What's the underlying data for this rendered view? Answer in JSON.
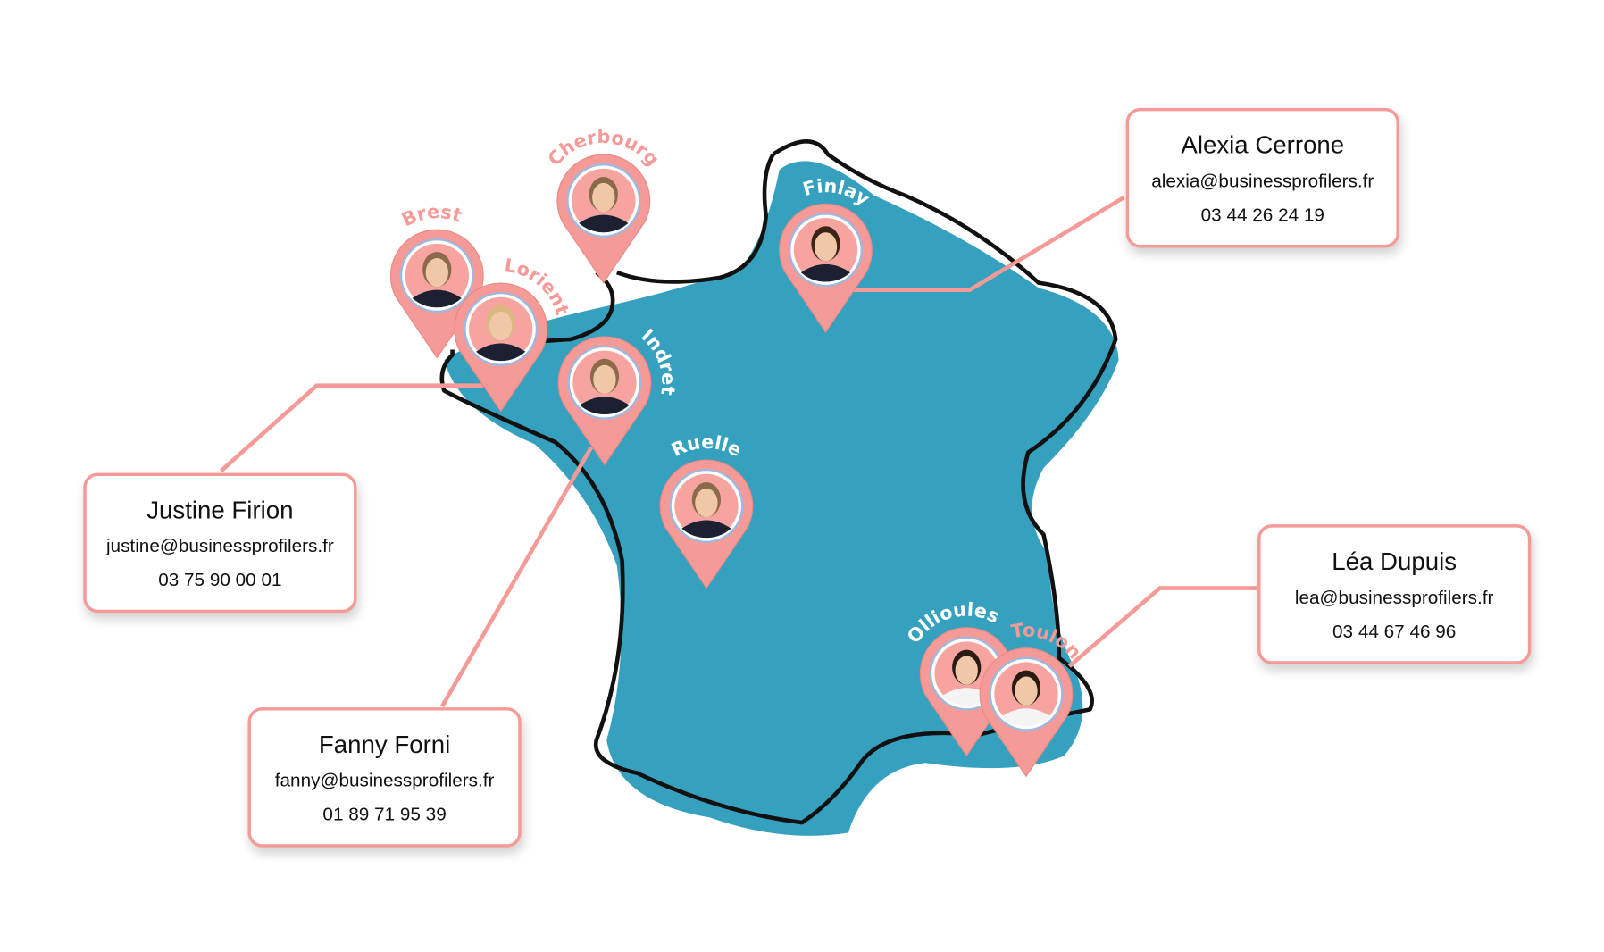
{
  "colors": {
    "map": "#35a1bf",
    "accent": "#f59a96",
    "outline": "#111111"
  },
  "pins": [
    {
      "label": "Brest",
      "label_color": "#f59a96"
    },
    {
      "label": "Cherbourg",
      "label_color": "#f59a96"
    },
    {
      "label": "Finlay",
      "label_color": "#ffffff"
    },
    {
      "label": "Lorient",
      "label_color": "#f59a96"
    },
    {
      "label": "Indret",
      "label_color": "#ffffff"
    },
    {
      "label": "Ruelle",
      "label_color": "#ffffff"
    },
    {
      "label": "Ollioules",
      "label_color": "#ffffff"
    },
    {
      "label": "Toulon",
      "label_color": "#f59a96"
    }
  ],
  "contacts": {
    "alexia": {
      "name": "Alexia Cerrone",
      "email": "alexia@businessprofilers.fr",
      "phone": "03 44 26 24 19"
    },
    "justine": {
      "name": "Justine Firion",
      "email": "justine@businessprofilers.fr",
      "phone": "03 75 90 00 01"
    },
    "fanny": {
      "name": "Fanny Forni",
      "email": "fanny@businessprofilers.fr",
      "phone": "01 89 71 95 39"
    },
    "lea": {
      "name": "Léa Dupuis",
      "email": "lea@businessprofilers.fr",
      "phone": "03 44 67 46 96"
    }
  }
}
